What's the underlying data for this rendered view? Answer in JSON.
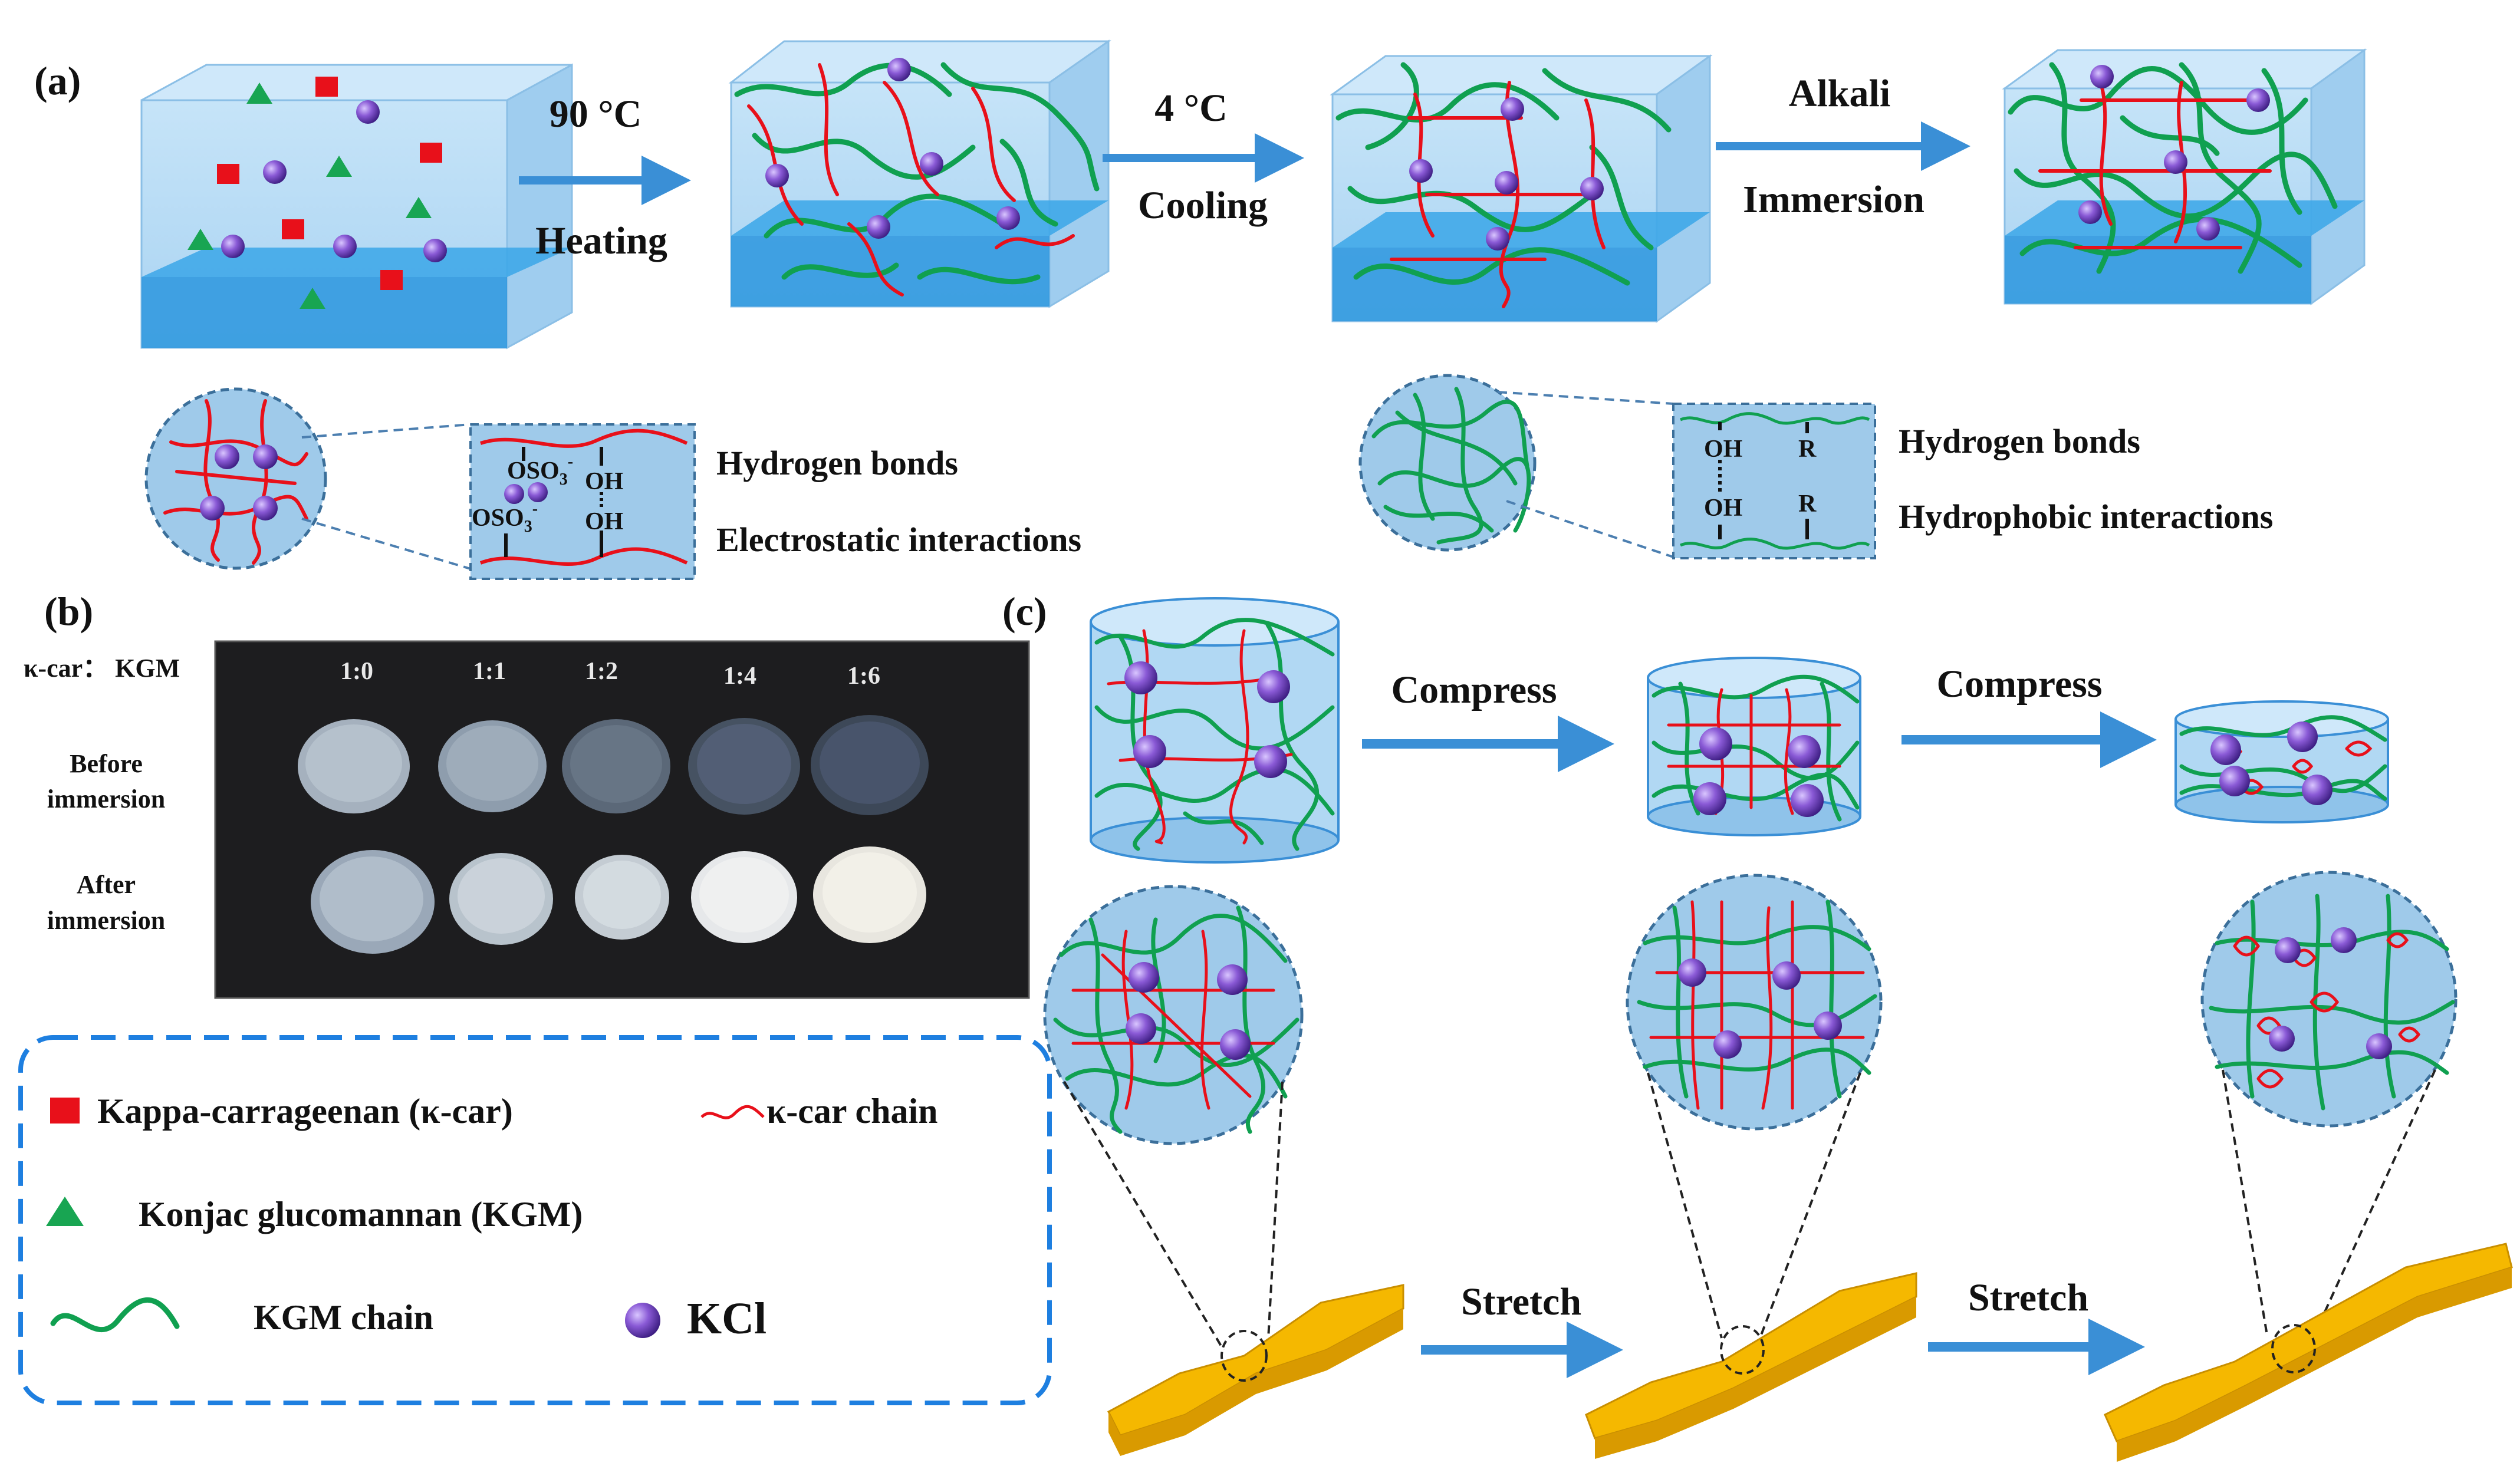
{
  "panel_a": {
    "label": "(a)",
    "step1_top": "90 °C",
    "step1_bottom": "Heating",
    "step2_top": "4 °C",
    "step2_bottom": "Cooling",
    "step3_top": "Alkali",
    "step3_bottom": "Immersion",
    "left_zoom": {
      "group_top": "OSO",
      "group_top_sub": "3",
      "group_top_sup": "-",
      "group_bottom": "OSO",
      "group_bottom_sub": "3",
      "group_bottom_sup": "-",
      "oh_top": "OH",
      "oh_bottom": "OH",
      "interaction1": "Hydrogen bonds",
      "interaction2": "Electrostatic interactions"
    },
    "right_zoom": {
      "oh_top": "OH",
      "oh_bottom": "OH",
      "r_top": "R",
      "r_bottom": "R",
      "interaction1": "Hydrogen bonds",
      "interaction2": "Hydrophobic interactions"
    }
  },
  "panel_b": {
    "label": "(b)",
    "ratio_header": "κ-car： KGM",
    "ratios": [
      "1:0",
      "1:1",
      "1:2",
      "1:4",
      "1:6"
    ],
    "row1_line1": "Before",
    "row1_line2": "immersion",
    "row2_line1": "After",
    "row2_line2": "immersion"
  },
  "panel_c": {
    "label": "(c)",
    "compress1": "Compress",
    "compress2": "Compress",
    "stretch1": "Stretch",
    "stretch2": "Stretch"
  },
  "legend": {
    "kcar": "Kappa-carrageenan (κ-car)",
    "kcar_chain": "κ-car chain",
    "kgm": "Konjac glucomannan (KGM)",
    "kgm_chain": "KGM chain",
    "kcl": "KCl"
  },
  "colors": {
    "kcar_red": "#e8101a",
    "kgm_green": "#10a050",
    "kcl_purple": "#7b4fc4",
    "arrow_blue": "#3a8fd6",
    "gel_blue": "#b7dcf5",
    "dumbbell_yellow": "#f5b800",
    "legend_border": "#1e7fe0"
  }
}
